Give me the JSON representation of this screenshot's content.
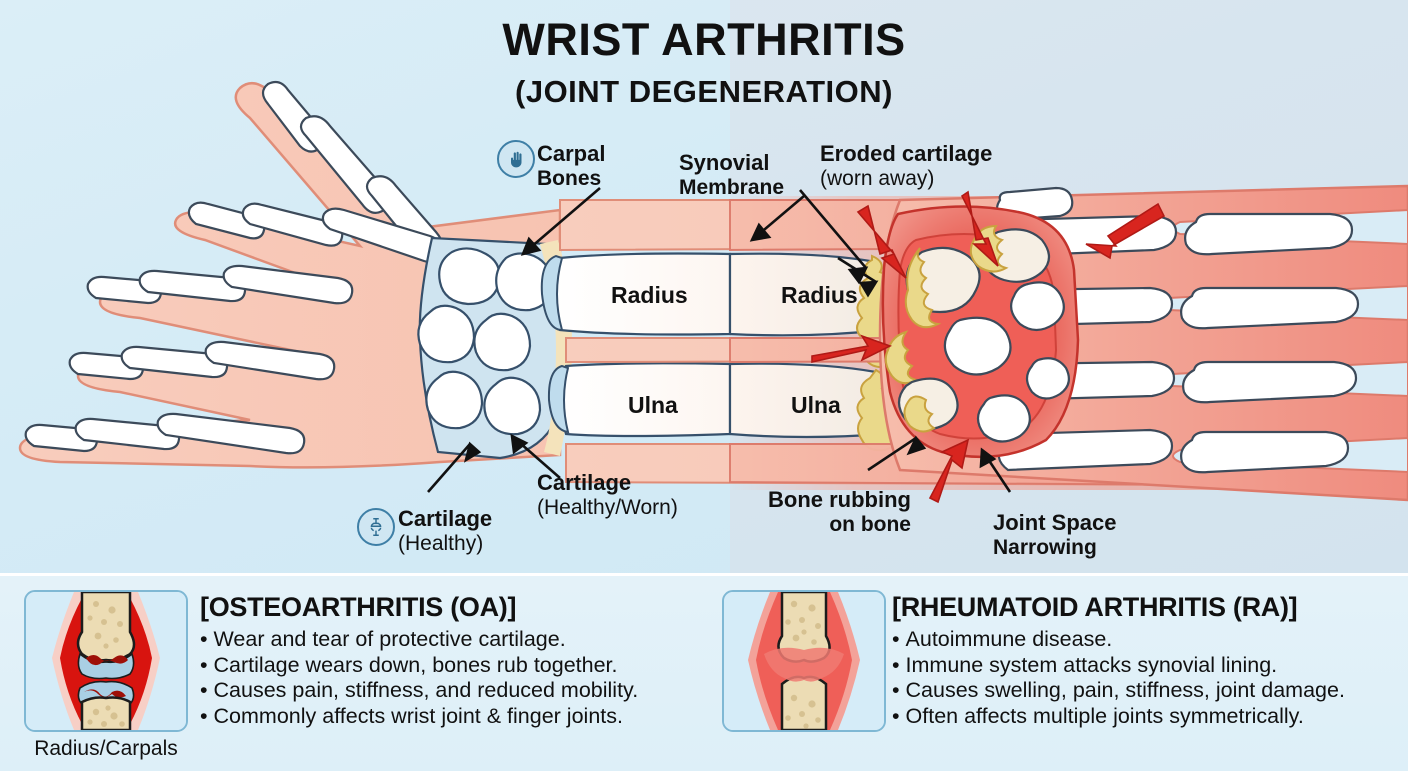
{
  "header": {
    "title": "WRIST ARTHRITIS",
    "subtitle": "(JOINT DEGENERATION)"
  },
  "diagram": {
    "labels": {
      "carpal_bones": "Carpal",
      "carpal_bones_line2": "Bones",
      "synovial_membrane": "Synovial",
      "synovial_membrane_line2": "Membrane",
      "eroded_cartilage": "Eroded cartilage",
      "eroded_cartilage_sub": "(worn away)",
      "radius_healthy": "Radius",
      "radius_diseased": "Radius",
      "ulna_healthy": "Ulna",
      "ulna_diseased": "Ulna",
      "cartilage_healthy_worn": "Cartilage",
      "cartilage_healthy_worn_sub": "(Healthy/Worn)",
      "cartilage_healthy": "Cartilage",
      "cartilage_healthy_sub": "(Healthy)",
      "bone_rubbing": "Bone rubbing",
      "bone_rubbing_line2": "on bone",
      "joint_space": "Joint Space",
      "joint_space_line2": "Narrowing"
    },
    "icons": {
      "carpal_badge": "hand-icon",
      "cartilage_badge": "joint-icon"
    },
    "colors": {
      "background": "#d9ecf6",
      "healthy_skin": "#f6c5b3",
      "inflamed_skin": "#f39286",
      "bone_white": "#ffffff",
      "cartilage_blue": "#bfdced",
      "eroded_yellow": "#ead98a",
      "inflamed_red": "#e8504a",
      "arrow_red": "#d8251f",
      "leader_black": "#111111"
    }
  },
  "conditions": [
    {
      "id": "oa",
      "title": "[OSTEOARTHRITIS (OA)]",
      "thumb_caption": "Radius/Carpals",
      "thumb_icon": "oa-joint-thumbnail",
      "bullets": [
        "Wear and tear of protective cartilage.",
        "Cartilage wears down, bones rub together.",
        "Causes pain, stiffness, and reduced mobility.",
        "Commonly affects wrist joint & finger joints."
      ]
    },
    {
      "id": "ra",
      "title": "[RHEUMATOID ARTHRITIS (RA)]",
      "thumb_caption": "",
      "thumb_icon": "ra-joint-thumbnail",
      "bullets": [
        "Autoimmune disease.",
        "Immune system attacks synovial lining.",
        "Causes swelling, pain, stiffness, joint damage.",
        "Often affects multiple joints symmetrically."
      ]
    }
  ]
}
